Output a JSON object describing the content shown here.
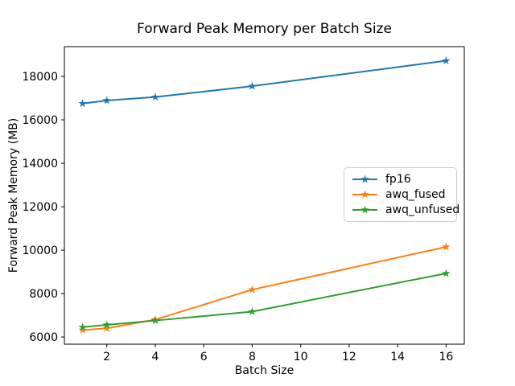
{
  "chart_data": {
    "type": "line",
    "title": "Forward Peak Memory per Batch Size",
    "xlabel": "Batch Size",
    "ylabel": "Forward Peak Memory (MB)",
    "x": [
      1,
      2,
      4,
      8,
      16
    ],
    "series": [
      {
        "name": "fp16",
        "color": "#1f77b4",
        "values": [
          16750,
          16890,
          17050,
          17550,
          18720
        ]
      },
      {
        "name": "awq_fused",
        "color": "#ff7f0e",
        "values": [
          6320,
          6400,
          6800,
          8180,
          10150
        ]
      },
      {
        "name": "awq_unfused",
        "color": "#2ca02c",
        "values": [
          6450,
          6560,
          6760,
          7170,
          8930
        ]
      }
    ],
    "x_ticks": [
      2,
      4,
      6,
      8,
      10,
      12,
      14,
      16
    ],
    "y_ticks": [
      6000,
      8000,
      10000,
      12000,
      14000,
      16000,
      18000
    ],
    "xlim": [
      0.25,
      16.75
    ],
    "ylim": [
      5670,
      19370
    ],
    "grid": false,
    "marker": "star",
    "legend_position": "center right",
    "axis_color": "#000000",
    "background_color": "#ffffff"
  }
}
